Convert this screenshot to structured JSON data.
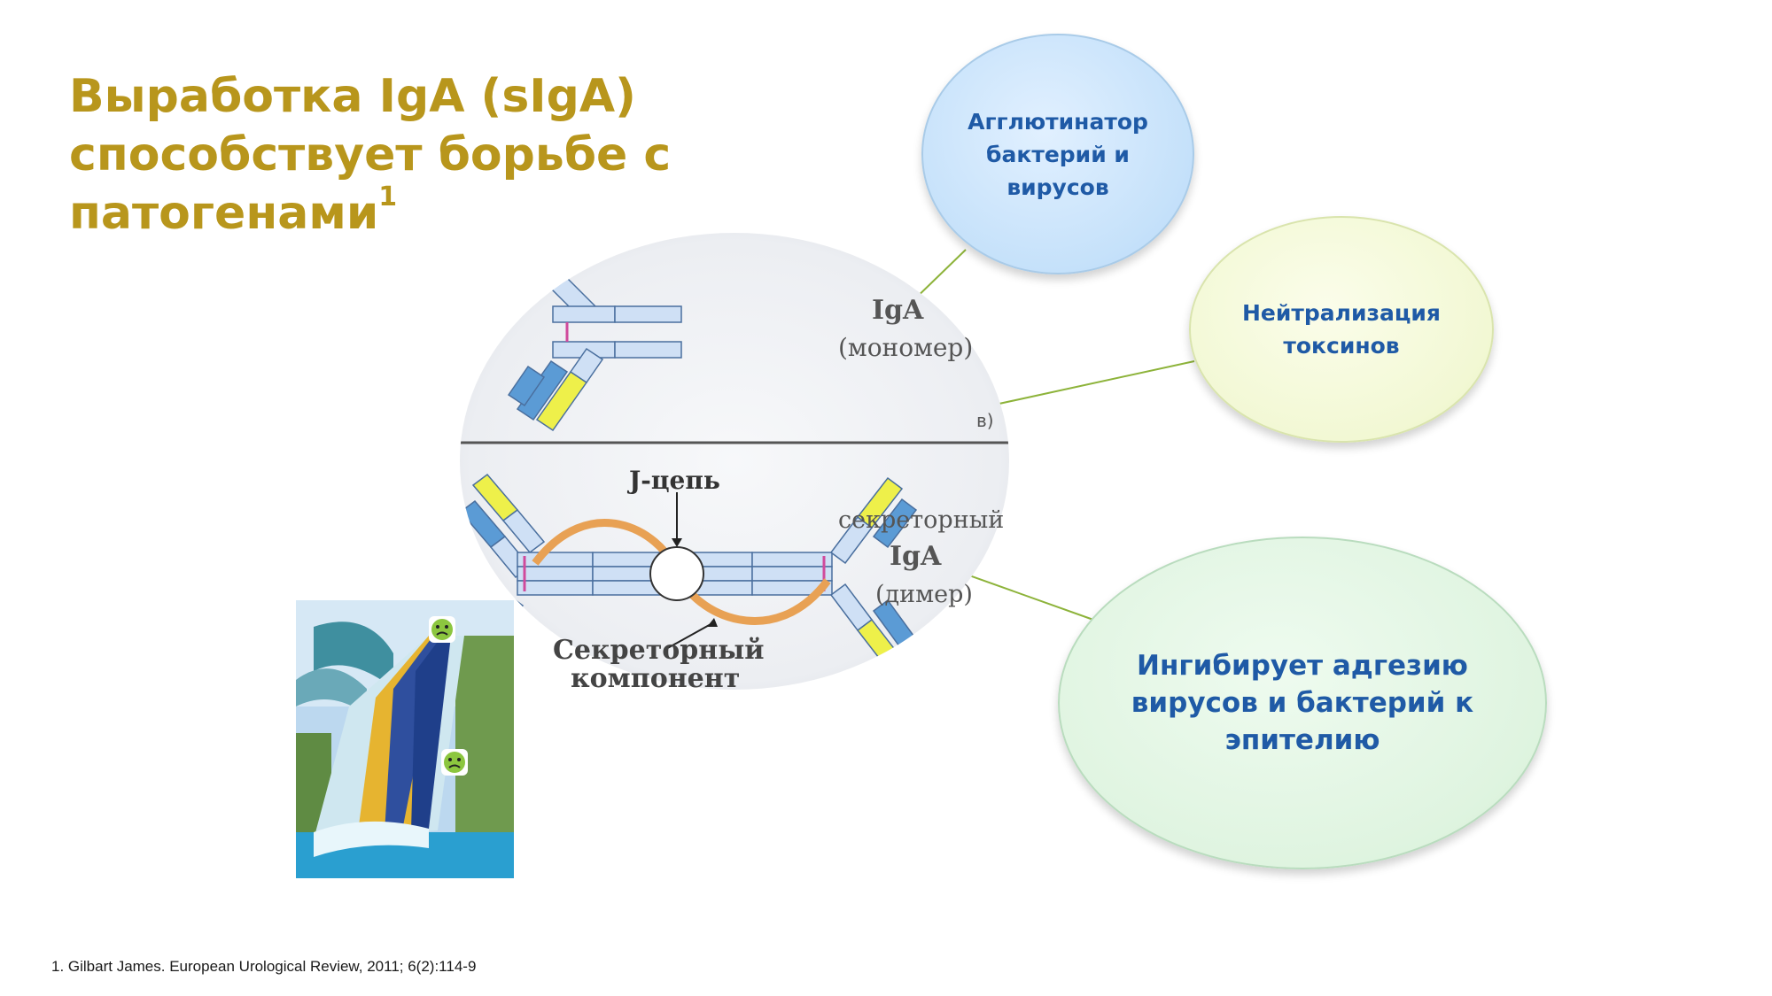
{
  "title": {
    "line1": "Выработка  IgA (sIgA)",
    "line2": "способствует борьбе с",
    "line3": "патогенами",
    "sup": "1"
  },
  "bubbles": {
    "agglutinator": "Агглютинатор бактерий и вирусов",
    "neutralization": "Нейтрализация токсинов",
    "adhesion": "Ингибирует адгезию вирусов и бактерий к эпителию"
  },
  "diagram": {
    "monomer_title": "IgA",
    "monomer_sub": "(мономер)",
    "panel_letter": "в)",
    "jchain": "J-цепь",
    "secretory_label_1": "секреторный",
    "secretory_label_2": "IgA",
    "secretory_label_3": "(димер)",
    "component_1": "Секреторный",
    "component_2": "компонент"
  },
  "footnote": "1. Gilbart James. European Urological Review, 2011; 6(2):114-9",
  "colors": {
    "title": "#b8961c",
    "bubble_text": "#1f5aa6",
    "connector": "#8db33a",
    "heavy_chain": "#cfe0f5",
    "variable_blue": "#5b9bd5",
    "variable_yellow": "#eef04a",
    "secretory_component": "#e8a154"
  },
  "photo": {
    "subject": "water-slide",
    "icons": [
      "sad-face-icon",
      "sad-face-icon"
    ]
  }
}
